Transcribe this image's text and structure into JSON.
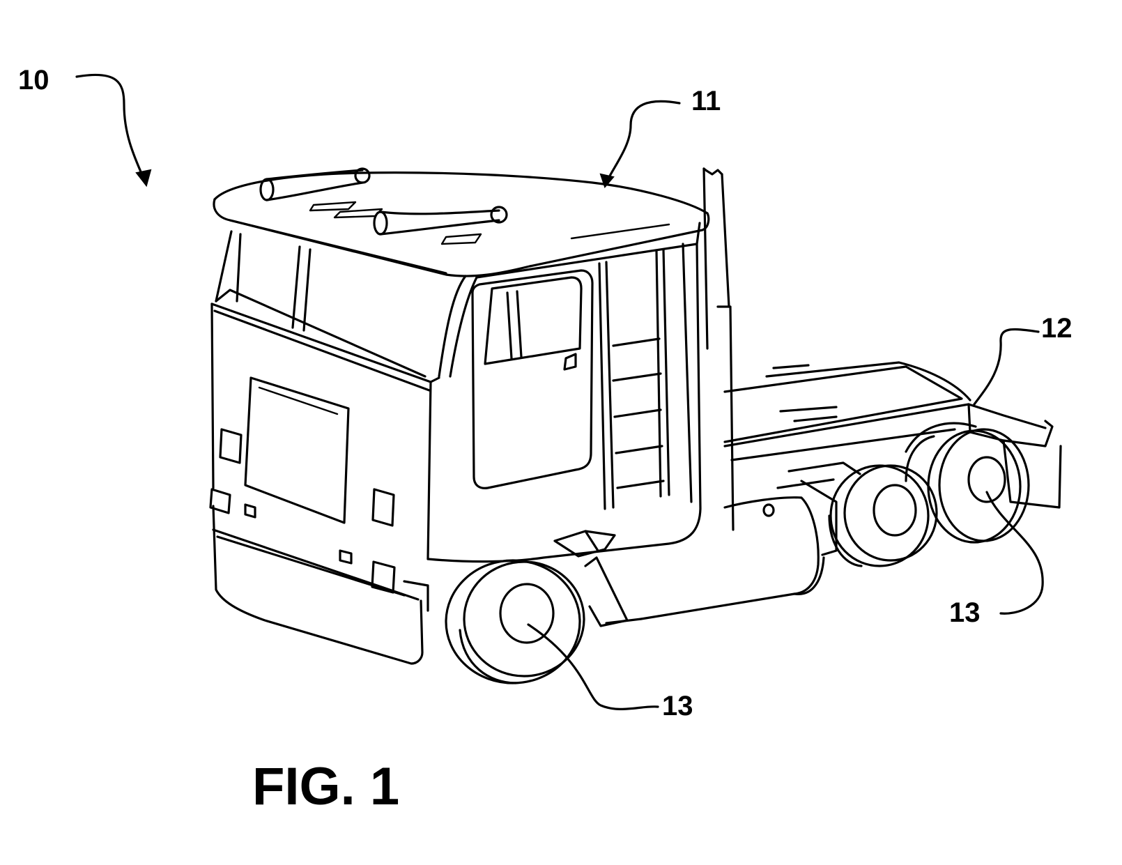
{
  "figure": {
    "caption": "FIG. 1",
    "reference_numerals": {
      "truck": "10",
      "cab": "11",
      "frame": "12",
      "wheel_front": "13",
      "wheel_rear": "13"
    }
  }
}
